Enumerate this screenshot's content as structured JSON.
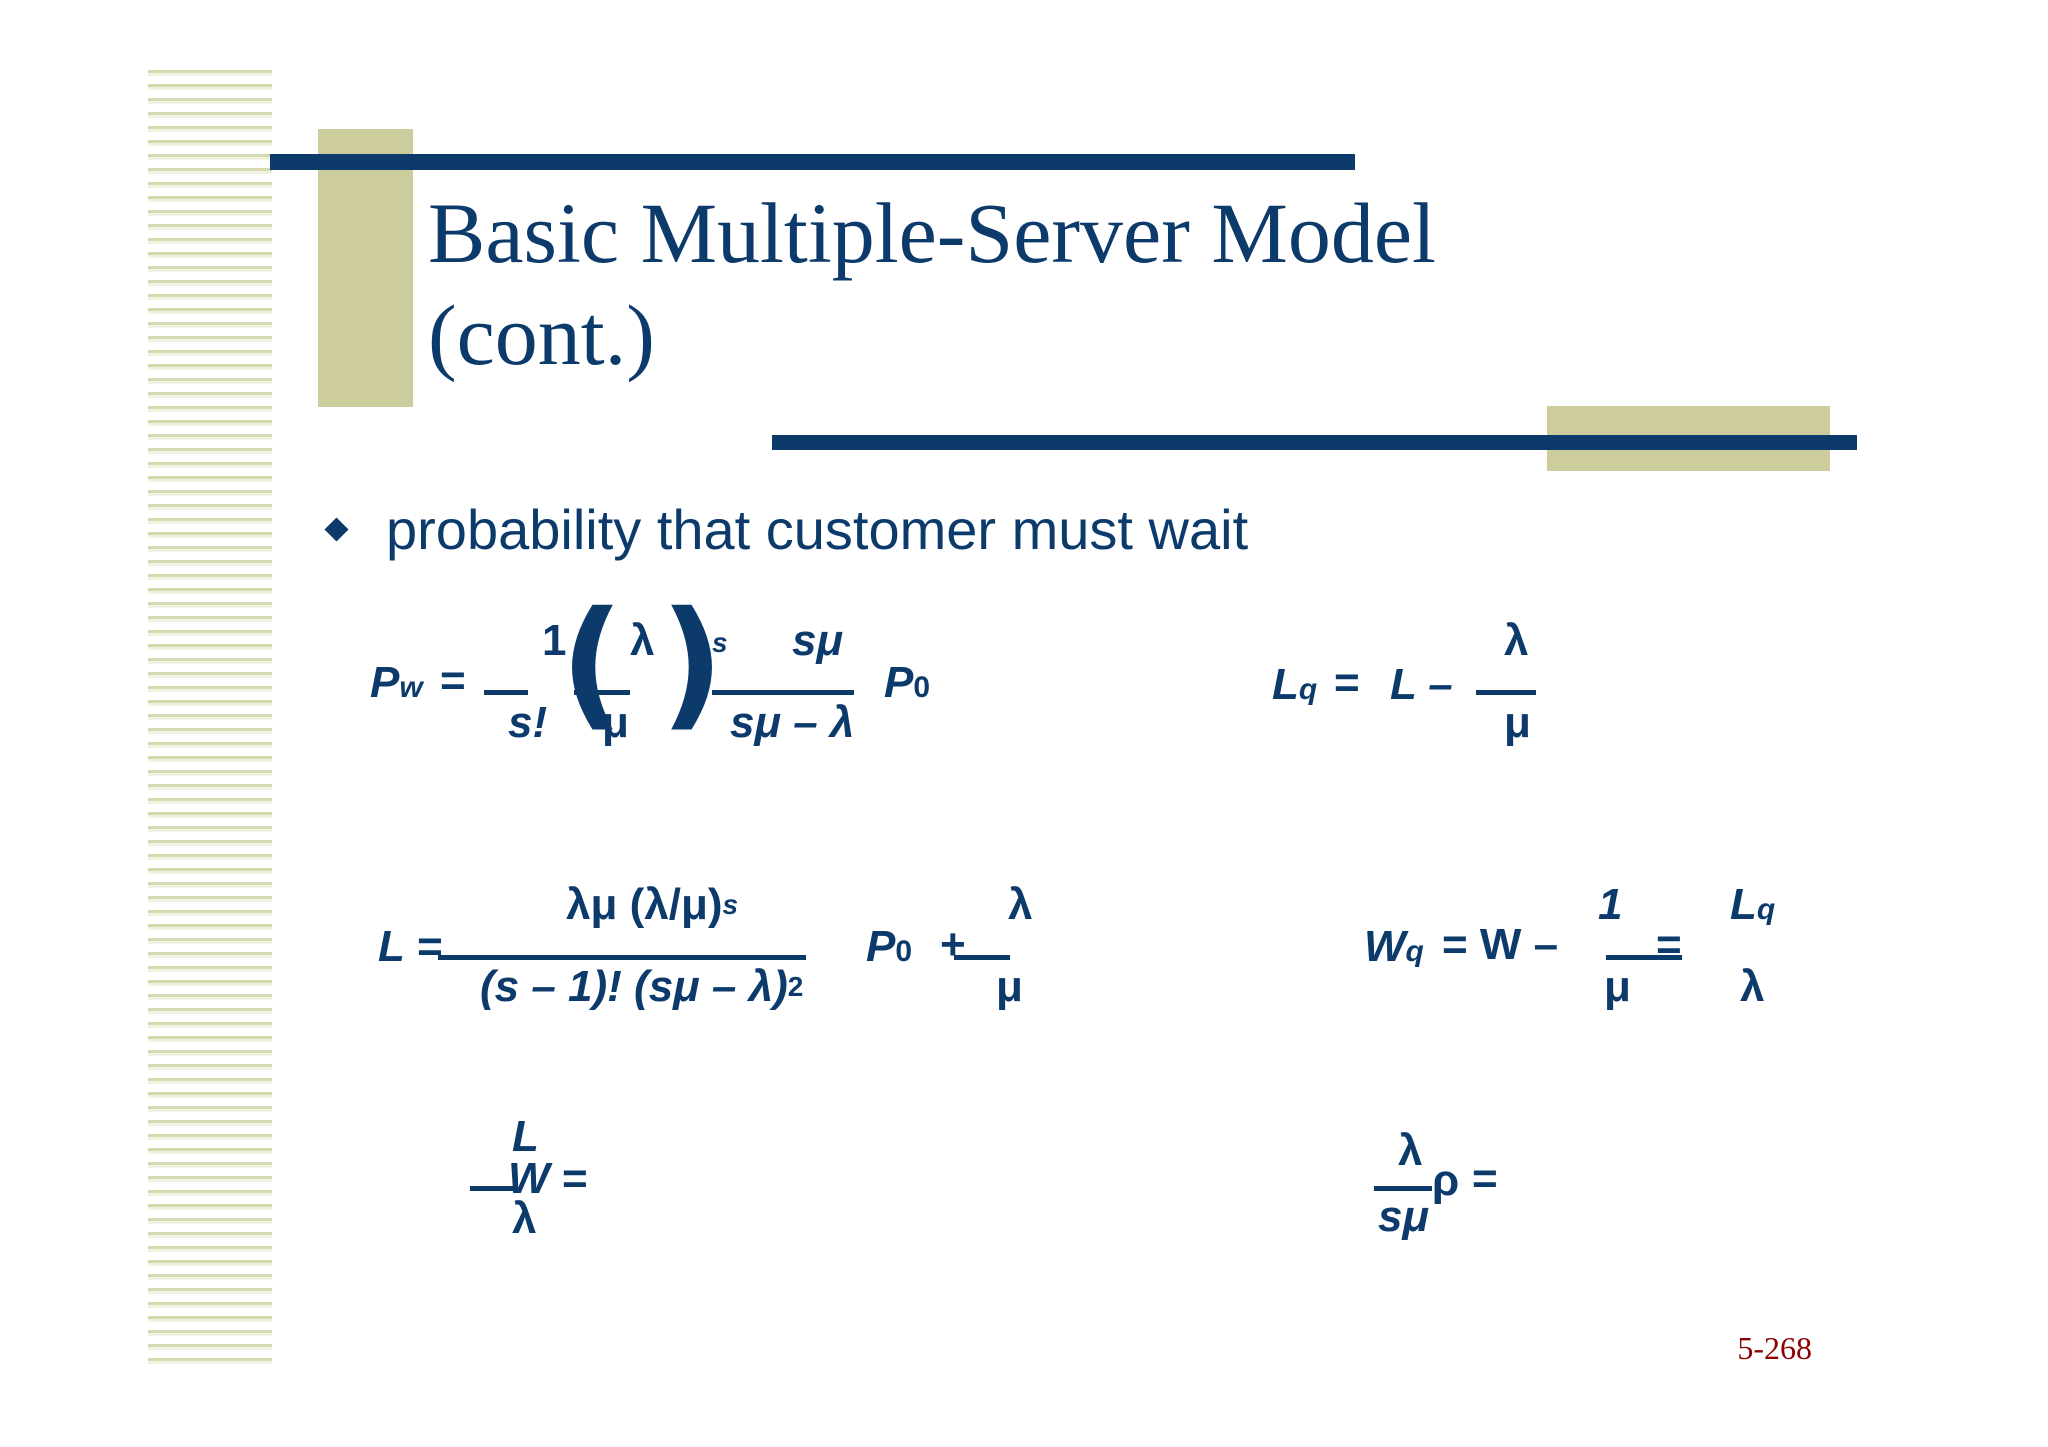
{
  "slide": {
    "title_line1": "Basic Multiple-Server Model",
    "title_line2": "(cont.)",
    "bullet": "probability that customer must wait",
    "page_number": "5-268"
  },
  "formulas": {
    "pw": {
      "lhs": "P",
      "lhs_sub": "w",
      "eq": "=",
      "num1": "1",
      "den1": "s!",
      "num2": "λ",
      "den2": "μ",
      "exp": "s",
      "num3": "sμ",
      "den3": "sμ – λ",
      "tail": "P",
      "tail_sub": "0"
    },
    "lq": {
      "lhs": "L",
      "lhs_sub": "q",
      "eq": "=",
      "rhs": "L –",
      "num": "λ",
      "den": "μ"
    },
    "l": {
      "lhs": "L =",
      "num": "λμ (λ/μ)",
      "num_exp": "s",
      "den": "(s – 1)! (sμ – λ)",
      "den_exp": "2",
      "mid": "P",
      "mid_sub": "0",
      "plus": "+",
      "num2": "λ",
      "den2": "μ"
    },
    "wq": {
      "lhs": "W",
      "lhs_sub": "q",
      "eq": "= W –",
      "num1": "1",
      "den1": "μ",
      "eq2": "=",
      "num2": "L",
      "num2_sub": "q",
      "den2": "λ"
    },
    "w": {
      "num": "L",
      "lhs": "W",
      "eq": "=",
      "den": "λ"
    },
    "rho": {
      "num": "λ",
      "den": "sμ",
      "lhs": "ρ",
      "eq": "="
    }
  },
  "colors": {
    "navy": "#0b3a6b",
    "olive": "#cdcc9d",
    "page_num": "#8b0000"
  }
}
